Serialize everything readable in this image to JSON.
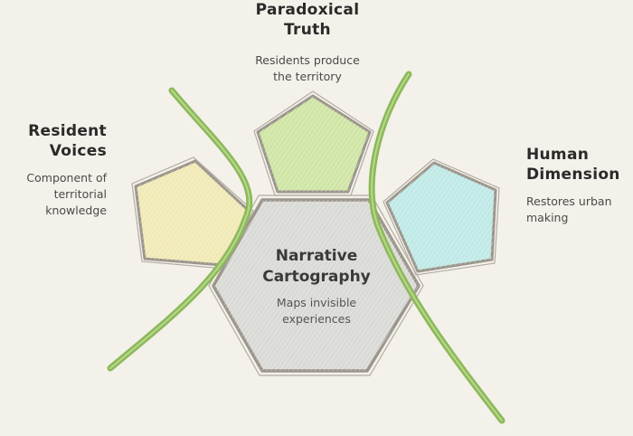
{
  "diagram": {
    "center": {
      "title_line1": "Narrative",
      "title_line2": "Cartography",
      "sub_line1": "Maps invisible",
      "sub_line2": "experiences",
      "color": "#d9d9d6"
    },
    "top": {
      "title_line1": "Paradoxical",
      "title_line2": "Truth",
      "sub_line1": "Residents produce",
      "sub_line2": "the territory",
      "color": "#cfe5a4"
    },
    "left": {
      "title_line1": "Resident",
      "title_line2": "Voices",
      "sub_line1": "Component of",
      "sub_line2": "territorial",
      "sub_line3": "knowledge",
      "color": "#f1e9b5"
    },
    "right": {
      "title_line1": "Human",
      "title_line2": "Dimension",
      "sub_line1": "Restores urban",
      "sub_line2": "making",
      "color": "#bfe9e6"
    },
    "line_color": "#8db85a",
    "outline_color": "#9b958c"
  }
}
